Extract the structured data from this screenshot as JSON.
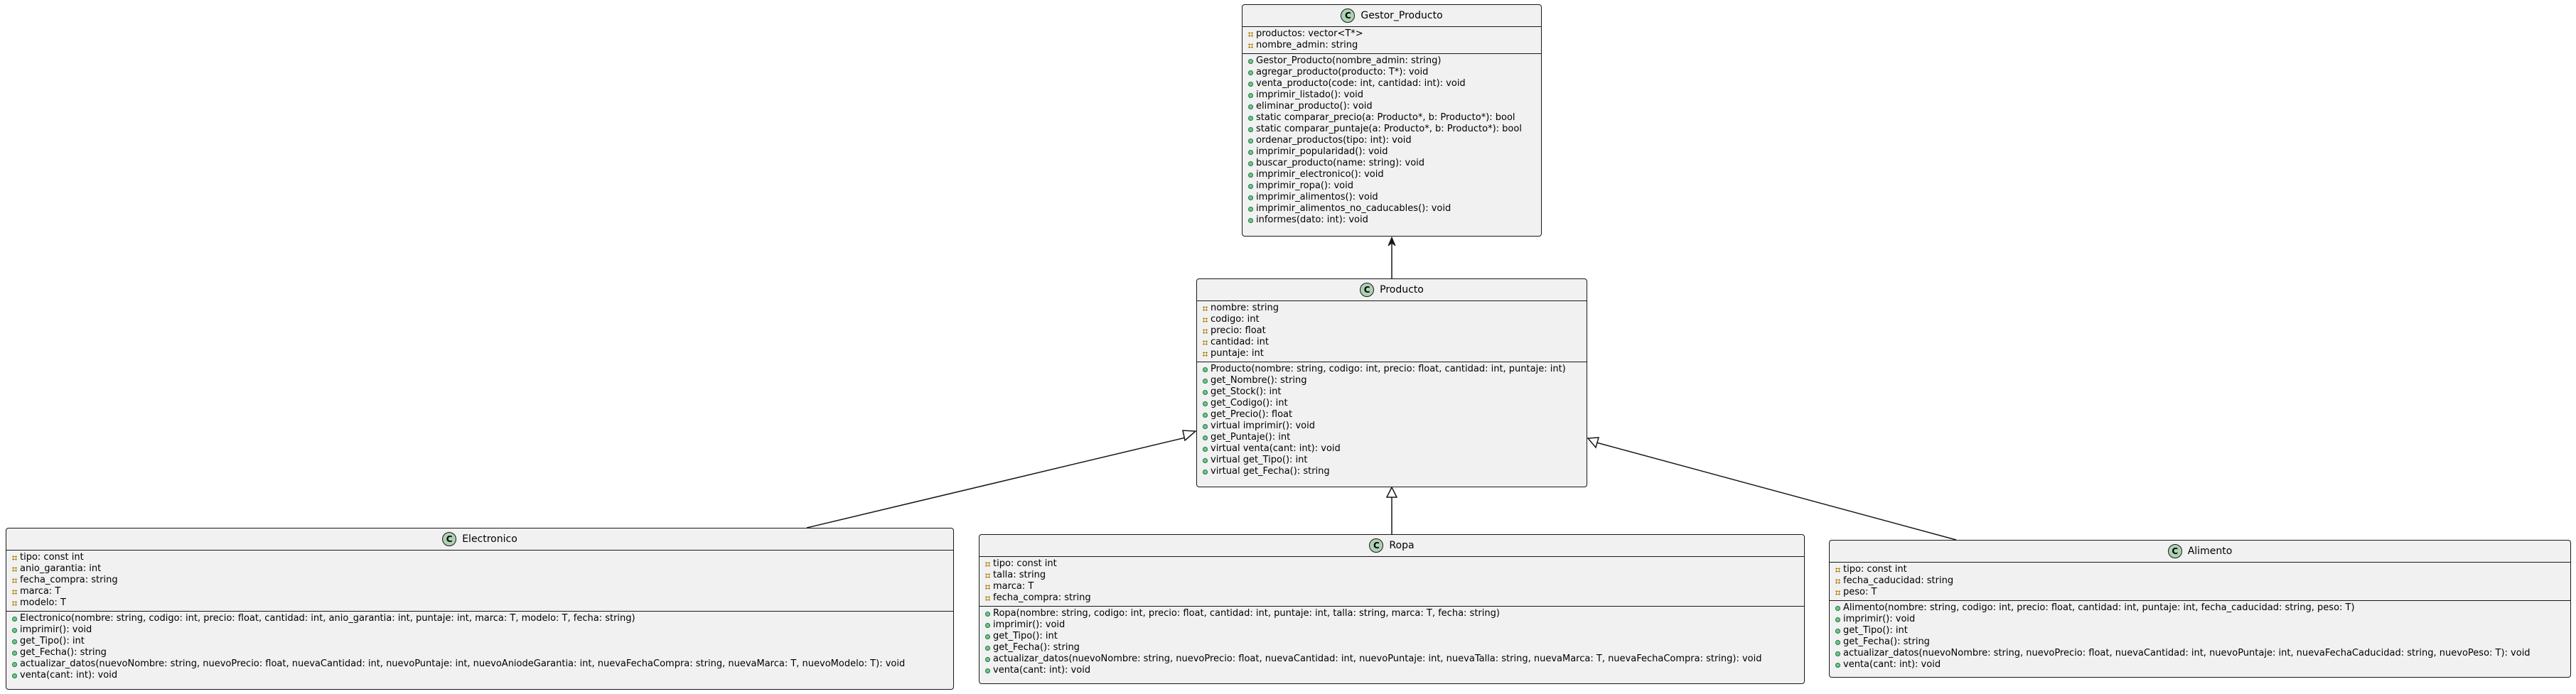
{
  "classes": {
    "gestor": {
      "name": "Gestor_Producto",
      "attributes": [
        {
          "vis": "protected",
          "text": "productos: vector<T*>"
        },
        {
          "vis": "protected",
          "text": "nombre_admin: string"
        }
      ],
      "methods": [
        {
          "vis": "public",
          "text": "Gestor_Producto(nombre_admin: string)"
        },
        {
          "vis": "public",
          "text": "agregar_producto(producto: T*): void"
        },
        {
          "vis": "public",
          "text": "venta_producto(code: int, cantidad: int): void"
        },
        {
          "vis": "public",
          "text": "imprimir_listado(): void"
        },
        {
          "vis": "public",
          "text": "eliminar_producto(): void"
        },
        {
          "vis": "public",
          "text": "static comparar_precio(a: Producto*, b: Producto*): bool"
        },
        {
          "vis": "public",
          "text": "static comparar_puntaje(a: Producto*, b: Producto*): bool"
        },
        {
          "vis": "public",
          "text": "ordenar_productos(tipo: int): void"
        },
        {
          "vis": "public",
          "text": "imprimir_popularidad(): void"
        },
        {
          "vis": "public",
          "text": "buscar_producto(name: string): void"
        },
        {
          "vis": "public",
          "text": "imprimir_electronico(): void"
        },
        {
          "vis": "public",
          "text": "imprimir_ropa(): void"
        },
        {
          "vis": "public",
          "text": "imprimir_alimentos(): void"
        },
        {
          "vis": "public",
          "text": "imprimir_alimentos_no_caducables(): void"
        },
        {
          "vis": "public",
          "text": "informes(dato: int): void"
        }
      ]
    },
    "producto": {
      "name": "Producto",
      "attributes": [
        {
          "vis": "protected",
          "text": "nombre: string"
        },
        {
          "vis": "protected",
          "text": "codigo: int"
        },
        {
          "vis": "protected",
          "text": "precio: float"
        },
        {
          "vis": "protected",
          "text": "cantidad: int"
        },
        {
          "vis": "protected",
          "text": "puntaje: int"
        }
      ],
      "methods": [
        {
          "vis": "public",
          "text": "Producto(nombre: string, codigo: int, precio: float, cantidad: int, puntaje: int)"
        },
        {
          "vis": "public",
          "text": "get_Nombre(): string"
        },
        {
          "vis": "public",
          "text": "get_Stock(): int"
        },
        {
          "vis": "public",
          "text": "get_Codigo(): int"
        },
        {
          "vis": "public",
          "text": "get_Precio(): float"
        },
        {
          "vis": "public",
          "text": "virtual imprimir(): void"
        },
        {
          "vis": "public",
          "text": "get_Puntaje(): int"
        },
        {
          "vis": "public",
          "text": "virtual venta(cant: int): void"
        },
        {
          "vis": "public",
          "text": "virtual get_Tipo(): int"
        },
        {
          "vis": "public",
          "text": "virtual get_Fecha(): string"
        }
      ]
    },
    "electronico": {
      "name": "Electronico",
      "attributes": [
        {
          "vis": "protected",
          "text": "tipo: const int"
        },
        {
          "vis": "protected",
          "text": "anio_garantia: int"
        },
        {
          "vis": "protected",
          "text": "fecha_compra: string"
        },
        {
          "vis": "protected",
          "text": "marca: T"
        },
        {
          "vis": "protected",
          "text": "modelo: T"
        }
      ],
      "methods": [
        {
          "vis": "public",
          "text": "Electronico(nombre: string, codigo: int, precio: float, cantidad: int, anio_garantia: int, puntaje: int, marca: T, modelo: T, fecha: string)"
        },
        {
          "vis": "public",
          "text": "imprimir(): void"
        },
        {
          "vis": "public",
          "text": "get_Tipo(): int"
        },
        {
          "vis": "public",
          "text": "get_Fecha(): string"
        },
        {
          "vis": "public",
          "text": "actualizar_datos(nuevoNombre: string, nuevoPrecio: float, nuevaCantidad: int, nuevoPuntaje: int, nuevoAniodeGarantia: int, nuevaFechaCompra: string, nuevaMarca: T, nuevoModelo: T): void"
        },
        {
          "vis": "public",
          "text": "venta(cant: int): void"
        }
      ]
    },
    "ropa": {
      "name": "Ropa",
      "attributes": [
        {
          "vis": "protected",
          "text": "tipo: const int"
        },
        {
          "vis": "protected",
          "text": "talla: string"
        },
        {
          "vis": "protected",
          "text": "marca: T"
        },
        {
          "vis": "protected",
          "text": "fecha_compra: string"
        }
      ],
      "methods": [
        {
          "vis": "public",
          "text": "Ropa(nombre: string, codigo: int, precio: float, cantidad: int, puntaje: int, talla: string, marca: T, fecha: string)"
        },
        {
          "vis": "public",
          "text": "imprimir(): void"
        },
        {
          "vis": "public",
          "text": "get_Tipo(): int"
        },
        {
          "vis": "public",
          "text": "get_Fecha(): string"
        },
        {
          "vis": "public",
          "text": "actualizar_datos(nuevoNombre: string, nuevoPrecio: float, nuevaCantidad: int, nuevoPuntaje: int, nuevaTalla: string, nuevaMarca: T, nuevaFechaCompra: string): void"
        },
        {
          "vis": "public",
          "text": "venta(cant: int): void"
        }
      ]
    },
    "alimento": {
      "name": "Alimento",
      "attributes": [
        {
          "vis": "protected",
          "text": "tipo: const int"
        },
        {
          "vis": "protected",
          "text": "fecha_caducidad: string"
        },
        {
          "vis": "protected",
          "text": "peso: T"
        }
      ],
      "methods": [
        {
          "vis": "public",
          "text": "Alimento(nombre: string, codigo: int, precio: float, cantidad: int, puntaje: int, fecha_caducidad: string, peso: T)"
        },
        {
          "vis": "public",
          "text": "imprimir(): void"
        },
        {
          "vis": "public",
          "text": "get_Tipo(): int"
        },
        {
          "vis": "public",
          "text": "get_Fecha(): string"
        },
        {
          "vis": "public",
          "text": "actualizar_datos(nuevoNombre: string, nuevoPrecio: float, nuevaCantidad: int, nuevoPuntaje: int, nuevaFechaCaducidad: string, nuevoPeso: T): void"
        },
        {
          "vis": "public",
          "text": "venta(cant: int): void"
        }
      ]
    }
  },
  "badge_letter": "C",
  "relations": [
    {
      "from": "producto",
      "to": "gestor",
      "kind": "association-arrow"
    },
    {
      "from": "electronico",
      "to": "producto",
      "kind": "generalization"
    },
    {
      "from": "ropa",
      "to": "producto",
      "kind": "generalization"
    },
    {
      "from": "alimento",
      "to": "producto",
      "kind": "generalization"
    }
  ],
  "colors": {
    "class_fill": "#f1f1f1",
    "border": "#181818",
    "badge": "#add1b2",
    "protected": "#b38d22",
    "public": "#84be84"
  }
}
